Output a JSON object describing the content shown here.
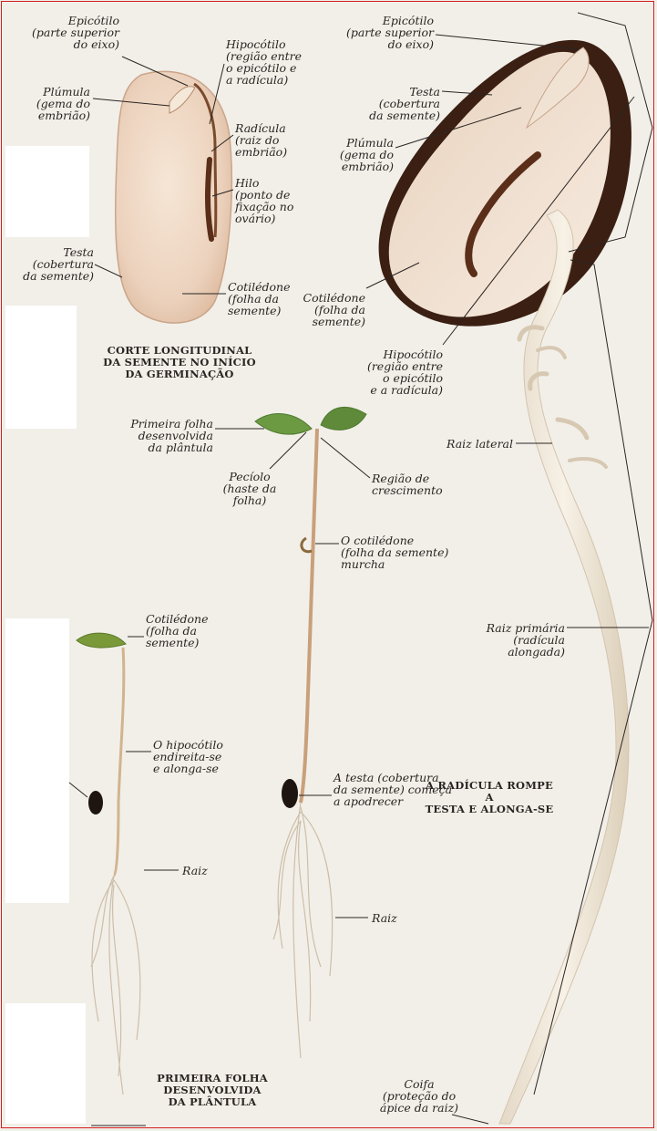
{
  "colors": {
    "border": "#d42020",
    "seed_coat": "#3a1f12",
    "cotyledon": "#ead3bd",
    "leaf": "#5e8a3a",
    "stem": "#c9a07a"
  },
  "figure_a": {
    "caption": "CORTE LONGITUDINAL\nDA SEMENTE NO INÍCIO\nDA GERMINAÇÃO",
    "labels": {
      "epicotilo": "Epicótilo\n(parte superior\ndo eixo)",
      "hipocotilo": "Hipocótilo\n(região entre\no epicótilo e\na radícula)",
      "plumula": "Plúmula\n(gema do\nembrião)",
      "radicula": "Radícula\n(raiz do\nembrião)",
      "hilo": "Hilo\n(ponto de\nfixação no\novário)",
      "testa": "Testa\n(cobertura\nda semente)",
      "cotiledone": "Cotilédone\n(folha da\nsemente)"
    }
  },
  "figure_b": {
    "caption": "A RADÍCULA ROMPE A\nTESTA E ALONGA-SE",
    "labels": {
      "epicotilo": "Epicótilo\n(parte superior\ndo eixo)",
      "testa": "Testa\n(cobertura\nda semente)",
      "plumula": "Plúmula\n(gema do\nembrião)",
      "cotiledone": "Cotilédone\n(folha da\nsemente)",
      "hipocotilo": "Hipocótilo\n(região entre\no epicótilo\ne a radícula)",
      "raiz_lateral": "Raiz lateral",
      "raiz_primaria": "Raiz primária\n(radícula\nalongada)",
      "coifa": "Coifa\n(proteção do\nápice da raiz)"
    }
  },
  "figure_c": {
    "caption": "PRIMEIRA FOLHA\nDESENVOLVIDA\nDA PLÂNTULA",
    "labels": {
      "primeira_folha": "Primeira folha\ndesenvolvida\nda plântula",
      "peciolo": "Pecíolo\n(haste da\nfolha)",
      "regiao_crescimento": "Região de\ncrescimento",
      "cotiledone_murcha": "O cotilédone\n(folha da semente)\nmurcha",
      "testa_apodrecer": "A testa (cobertura\nda semente) começa\na apodrecer",
      "raiz_middle": "Raiz",
      "cotiledone_left": "Cotilédone\n(folha da\nsemente)",
      "hipocotilo_endireita": "O hipocótilo\nendireita-se\ne alonga-se",
      "raiz_left": "Raiz"
    }
  }
}
